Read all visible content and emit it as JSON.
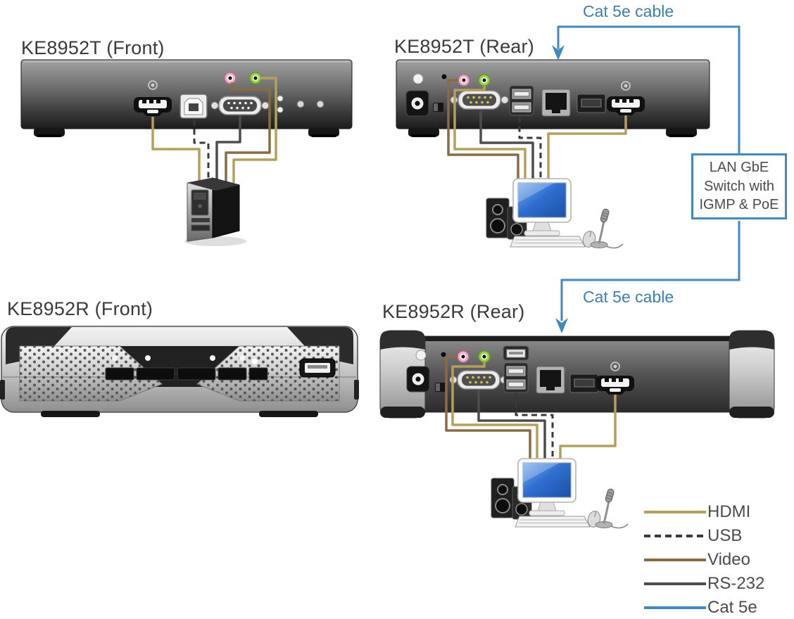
{
  "devices": [
    {
      "name": "KE8952T (Front)",
      "ports": [
        "hdmi",
        "usb-b",
        "rs232-db9",
        "mic-jack",
        "speaker-jack",
        "leds"
      ]
    },
    {
      "name": "KE8952T (Rear)",
      "ports": [
        "power-led",
        "dc-power",
        "reset",
        "mic-jack",
        "speaker-jack",
        "rs232-db9",
        "usb",
        "rj45-lan",
        "sfp",
        "hdmi"
      ]
    },
    {
      "name": "KE8952R (Front)",
      "ports": [
        "status-leds",
        "pushbuttons",
        "usb"
      ]
    },
    {
      "name": "KE8952R (Rear)",
      "ports": [
        "power-led",
        "dc-power",
        "reset",
        "mic-jack",
        "speaker-jack",
        "rs232-db9",
        "usb",
        "rj45-lan",
        "sfp",
        "hdmi"
      ]
    }
  ],
  "labels": {
    "cat5e_top": "Cat 5e cable",
    "cat5e_bottom": "Cat 5e cable"
  },
  "lan_switch": {
    "line1": "LAN GbE",
    "line2": "Switch with",
    "line3": "IGMP & PoE"
  },
  "legend": {
    "items": [
      {
        "label": "HDMI",
        "color": "#b3a05b",
        "line_style": "solid"
      },
      {
        "label": "USB",
        "color": "#3a3a3a",
        "line_style": "dashed"
      },
      {
        "label": "Video",
        "color": "#8a6b44",
        "line_style": "solid"
      },
      {
        "label": "RS-232",
        "color": "#4d4d4d",
        "line_style": "solid"
      },
      {
        "label": "Cat 5e",
        "color": "#4189bf",
        "line_style": "solid"
      }
    ]
  },
  "colors": {
    "cat5e_blue": "#4189bf",
    "cable_label_blue": "#3d7fb5",
    "title_text": "#3b3b3b",
    "legend_text": "#4c4c4c"
  }
}
